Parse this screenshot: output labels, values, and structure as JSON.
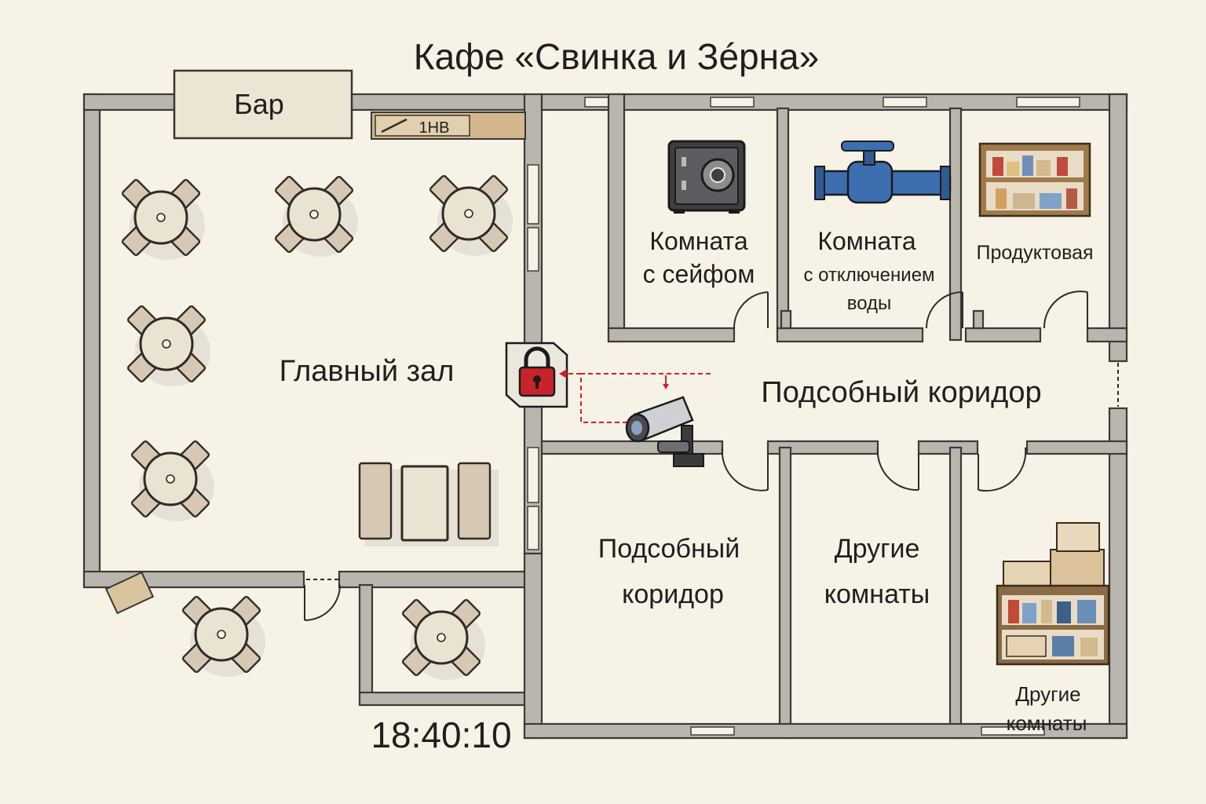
{
  "title": "Кафе «Свинка и Зéрна»",
  "bar": {
    "label": "Бар",
    "sign": "1НВ"
  },
  "rooms": {
    "main_hall": "Главный зал",
    "safe_room": {
      "line1": "Комната",
      "line2": "с сейфом"
    },
    "water_room": {
      "line1": "Комната",
      "line2": "с отключением",
      "line3": "воды"
    },
    "pantry": "Продуктовая",
    "service_corridor": "Подсобный коридор",
    "lower_corridor": {
      "line1": "Подсобный",
      "line2": "коридор"
    },
    "other_rooms_1": {
      "line1": "Другие",
      "line2": "комнаты"
    },
    "other_rooms_2": {
      "line1": "Другие",
      "line2": "комнаты"
    }
  },
  "clock": "18:40:10",
  "icons": [
    "safe-icon",
    "water-valve-icon",
    "shelf-icon",
    "padlock-icon",
    "security-camera-icon",
    "boxes-shelf-icon"
  ],
  "colors": {
    "background": "#f6f2e6",
    "wall": "#b9b6b0",
    "lock_red": "#c8232b",
    "laser": "#c8232b",
    "pipe_blue": "#3d6fb0"
  }
}
